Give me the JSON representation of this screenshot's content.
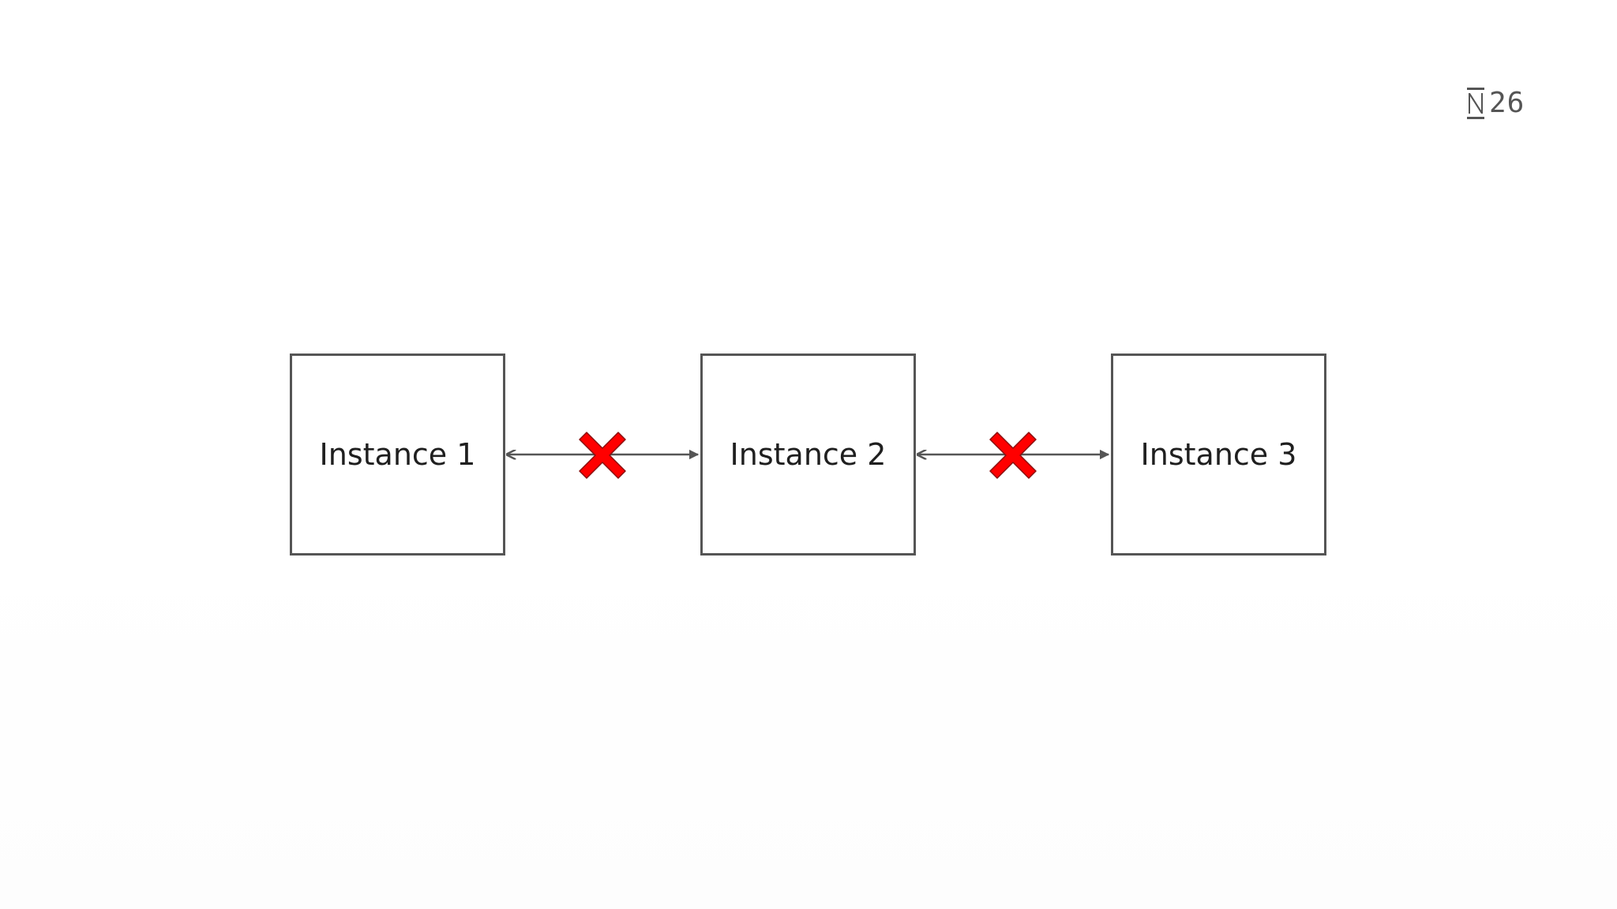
{
  "logo": {
    "mark": "N",
    "digits": "26"
  },
  "diagram": {
    "nodes": [
      {
        "label": "Instance 1"
      },
      {
        "label": "Instance 2"
      },
      {
        "label": "Instance 3"
      }
    ],
    "connections": [
      {
        "from": "Instance 1",
        "to": "Instance 2",
        "bidirectional": true,
        "status": "blocked"
      },
      {
        "from": "Instance 2",
        "to": "Instance 3",
        "bidirectional": true,
        "status": "blocked"
      }
    ],
    "colors": {
      "stroke": "#555555",
      "blocked_mark": "#ff0000",
      "text": "#1f1f1f"
    },
    "icons": {
      "blocked": "red-x-icon"
    }
  }
}
